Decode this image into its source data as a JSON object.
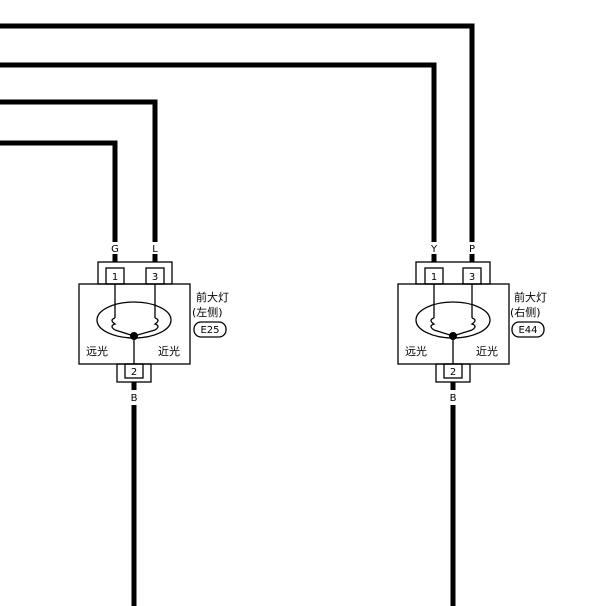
{
  "left_lamp": {
    "top_pins": [
      {
        "pin": "1",
        "wire_color": "G"
      },
      {
        "pin": "3",
        "wire_color": "L"
      }
    ],
    "bottom_pin": {
      "pin": "2",
      "wire_color": "B"
    },
    "name_line1": "前大灯",
    "name_line2": "(左侧)",
    "connector": "E25",
    "low_beam_label": "远光",
    "high_beam_label": "近光"
  },
  "right_lamp": {
    "top_pins": [
      {
        "pin": "1",
        "wire_color": "Y"
      },
      {
        "pin": "3",
        "wire_color": "P"
      }
    ],
    "bottom_pin": {
      "pin": "2",
      "wire_color": "B"
    },
    "name_line1": "前大灯",
    "name_line2": "(右侧)",
    "connector": "E44",
    "low_beam_label": "远光",
    "high_beam_label": "近光"
  }
}
